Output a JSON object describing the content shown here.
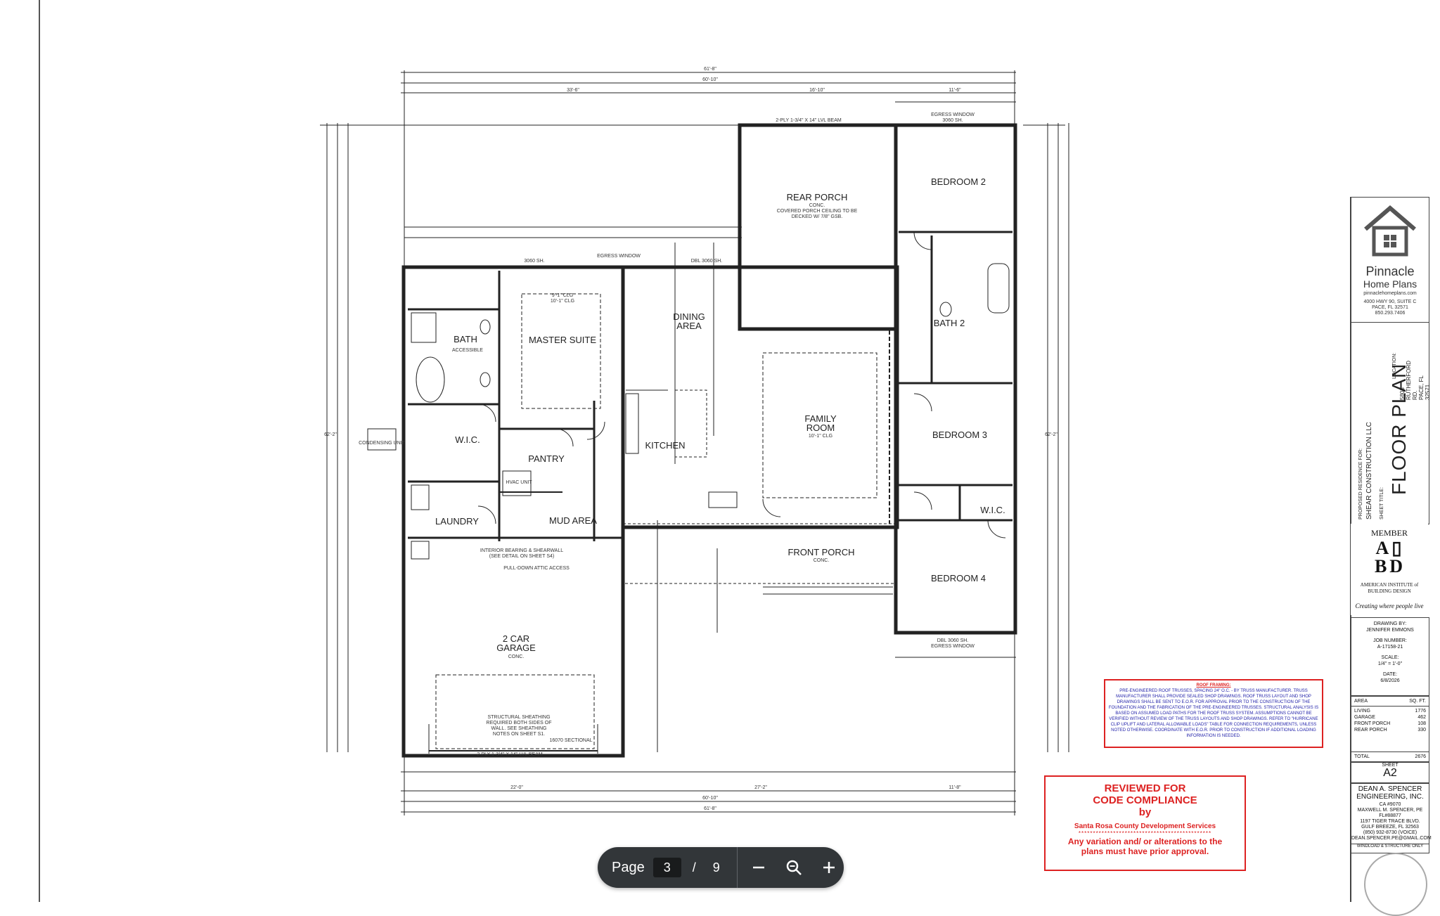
{
  "toolbar": {
    "page_label": "Page",
    "current_page": "3",
    "separator": "/",
    "total_pages": "9"
  },
  "plan": {
    "rooms": {
      "bedroom2": "BEDROOM 2",
      "rear_porch": "REAR PORCH",
      "rear_porch_sub": "CONC.",
      "rear_porch_note1": "COVERED PORCH CEILING TO BE",
      "rear_porch_note2": "DECKED W/ 7/8\" GSB.",
      "master": "MASTER SUITE",
      "dining": "DINING",
      "dining2": "AREA",
      "bath": "BATH",
      "bath_sub": "ACCESSIBLE",
      "bath2": "BATH 2",
      "family": "FAMILY",
      "family2": "ROOM",
      "family_clg": "10'-1\" CLG",
      "bedroom3": "BEDROOM 3",
      "wic": "W.I.C.",
      "kitchen": "KITCHEN",
      "pantry": "PANTRY",
      "laundry": "LAUNDRY",
      "mud": "MUD AREA",
      "wic2": "W.I.C.",
      "front_porch": "FRONT PORCH",
      "front_porch_sub": "CONC.",
      "bedroom4": "BEDROOM 4",
      "garage": "2 CAR",
      "garage2": "GARAGE",
      "garage_sub": "CONC.",
      "condensing": "CONDENSING UNIT",
      "hvac": "HVAC UNIT",
      "attic": "PULL-DOWN ATTIC ACCESS",
      "sectional": "16070 SECTIONAL",
      "beam_top": "2-PLY 1-3/4\" X 14\" LVL BEAM",
      "beam_bottom": "2-PLY 1-3/4\" X 14\" LVL BEAM",
      "sheathing1": "STRUCTURAL SHEATHING",
      "sheathing2": "REQUIRED BOTH SIDES OF",
      "sheathing3": "WALL. SEE SHEATHING",
      "sheathing4": "NOTES ON SHEET S1.",
      "bearing1": "INTERIOR BEARING & SHEARWALL",
      "bearing2": "(SEE DETAIL ON SHEET S4)",
      "egress_top": "EGRESS WINDOW",
      "egress_top_size": "3060 SH.",
      "egress_mid": "EGRESS WINDOW",
      "egress_bottom": "EGRESS WINDOW",
      "dbl_bottom": "DBL 3060 SH.",
      "dbl_dining": "DBL 3060 SH.",
      "win_3060": "3060 SH.",
      "clg_master_top": "9'-1\" CLG",
      "clg_master_top2": "10'-1\" CLG"
    },
    "dims": {
      "overall": "61'-8\"",
      "overall2": "60'-10\"",
      "left_top": "33'-6\"",
      "mid_top": "16'-10\"",
      "right_top": "11'-6\"",
      "bottom1": "22'-0\"",
      "bottom2": "27'-2\"",
      "bottom3": "11'-8\"",
      "side_total": "62'-2\""
    }
  },
  "title_block": {
    "company": "Pinnacle",
    "company2": "Home Plans",
    "website": "pinnaclehomeplans.com",
    "address": "4000 HWY 90, SUITE C\nPACE, FL 32571\n850.293.7406",
    "location_label": "LOCATION:",
    "location": "5808 RUTHERFORD RD.\nPACE, FL 32571",
    "project_label": "PROPOSED RESIDENCE FOR:",
    "project": "SHEAR CONSTRUCTION LLC",
    "sheet_title_label": "SHEET TITLE:",
    "sheet_title": "FLOOR PLAN",
    "member": "MEMBER",
    "aibd1": "AMERICAN INSTITUTE of",
    "aibd2": "BUILDING DESIGN",
    "tagline": "Creating where people live",
    "drawing_by_label": "DRAWING BY:",
    "drawing_by": "JENNIFER EMMONS",
    "job_label": "JOB NUMBER:",
    "job": "A-17158-21",
    "scale_label": "SCALE:",
    "scale": "1/4\" = 1'-0\"",
    "date_label": "DATE:",
    "date": "6/8/2026",
    "area_label": "AREA",
    "sqft_label": "SQ. FT.",
    "areas": [
      {
        "name": "LIVING",
        "value": "1776"
      },
      {
        "name": "GARAGE",
        "value": "462"
      },
      {
        "name": "FRONT PORCH",
        "value": "108"
      },
      {
        "name": "REAR PORCH",
        "value": "330"
      }
    ],
    "total_label": "TOTAL",
    "total": "2676",
    "sheet_label": "SHEET",
    "sheet": "A2",
    "engineer": "DEAN A. SPENCER\nENGINEERING, INC.",
    "engineer_info": "CA #9070\nMAXWELL M. SPENCER, PE\nFL#88877\n1197 TIGER TRACE BLVD.\nGULF BREEZE, FL 32563\n(850) 932-8730 (VOICE)\nDEAN.SPENCER.PE@GMAIL.COM",
    "windload": "WINDLOAD & STRUCTURE ONLY"
  },
  "framing_note": {
    "heading": "ROOF FRAMING:",
    "text": "PRE-ENGINEERED ROOF TRUSSES, SPACING 24\" O.C. - BY TRUSS MANUFACTURER. TRUSS MANUFACTURER SHALL PROVIDE SEALED SHOP DRAWINGS. ROOF TRUSS LAYOUT AND SHOP DRAWINGS SHALL BE SENT TO E.O.R. FOR APPROVAL PRIOR TO THE CONSTRUCTION OF THE FOUNDATION AND THE FABRICATION OF THE PRE-ENGINEERED TRUSSES. STRUCTURAL ANALYSIS IS BASED ON ASSUMED LOAD PATHS FOR THE ROOF TRUSS SYSTEM. ASSUMPTIONS CANNOT BE VERIFIED WITHOUT REVIEW OF THE TRUSS LAYOUTS AND SHOP DRAWINGS. REFER TO \"HURRICANE CLIP UPLIFT AND LATERAL ALLOWABLE LOADS\" TABLE FOR CONNECTION REQUIREMENTS, UNLESS NOTED OTHERWISE. COORDINATE WITH E.O.R. PRIOR TO CONSTRUCTION IF ADDITIONAL LOADING INFORMATION IS NEEDED."
  },
  "review_stamp": {
    "line1": "REVIEWED FOR",
    "line2": "CODE COMPLIANCE",
    "line3": "by",
    "line4": "Santa Rosa County Development Services",
    "stars": "**********************************************",
    "line5": "Any variation and/ or alterations to the",
    "line6": "plans must have prior approval."
  },
  "colors": {
    "toolbar_bg": "#323639",
    "stamp_red": "#dd2222",
    "note_blue": "#2222aa"
  }
}
